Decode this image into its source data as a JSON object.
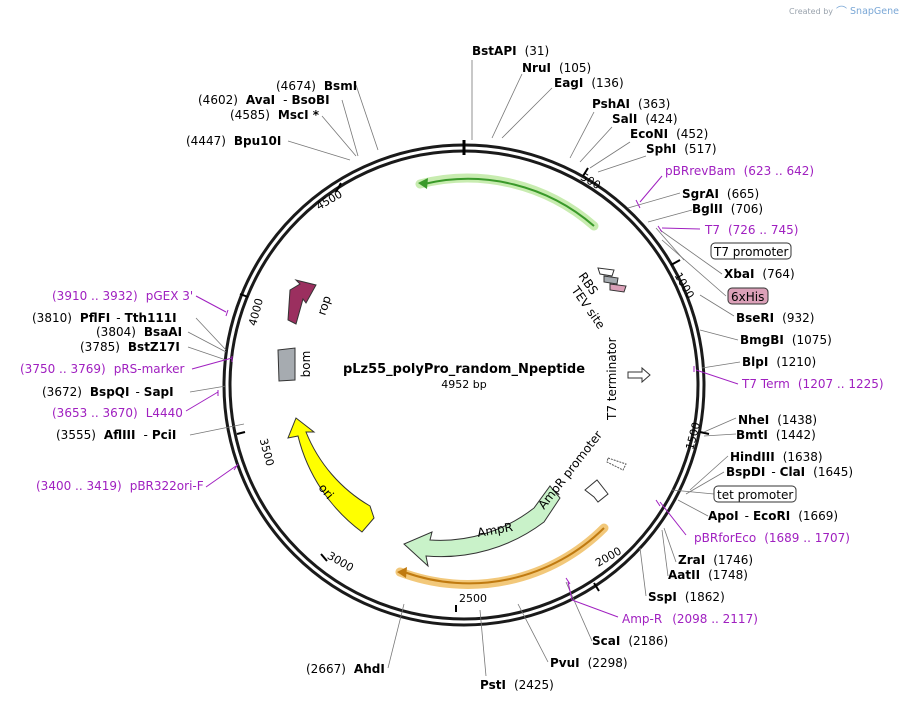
{
  "header": {
    "created_by": "Created by",
    "brand": "SnapGene"
  },
  "plasmid": {
    "name": "pLz55_polyPro_random_Npeptide",
    "length_label": "4952 bp"
  },
  "ticks": [
    "500",
    "1000",
    "1500",
    "2000",
    "2500",
    "3000",
    "3500",
    "4000",
    "4500"
  ],
  "sites": {
    "bstapi": {
      "name": "BstAPI",
      "pos": "(31)"
    },
    "nrui": {
      "name": "NruI",
      "pos": "(105)"
    },
    "eagi": {
      "name": "EagI",
      "pos": "(136)"
    },
    "pshai": {
      "name": "PshAI",
      "pos": "(363)"
    },
    "sali": {
      "name": "SalI",
      "pos": "(424)"
    },
    "econi": {
      "name": "EcoNI",
      "pos": "(452)"
    },
    "sphi": {
      "name": "SphI",
      "pos": "(517)"
    },
    "sgrai": {
      "name": "SgrAI",
      "pos": "(665)"
    },
    "bglii": {
      "name": "BglII",
      "pos": "(706)"
    },
    "xbai": {
      "name": "XbaI",
      "pos": "(764)"
    },
    "bseri": {
      "name": "BseRI",
      "pos": "(932)"
    },
    "bmgbi": {
      "name": "BmgBI",
      "pos": "(1075)"
    },
    "blpi": {
      "name": "BlpI",
      "pos": "(1210)"
    },
    "nhei": {
      "name": "NheI",
      "pos": "(1438)"
    },
    "bmti": {
      "name": "BmtI",
      "pos": "(1442)"
    },
    "hindiii": {
      "name": "HindIII",
      "pos": "(1638)"
    },
    "bspdi": {
      "name": "BspDI",
      "name2": "ClaI",
      "pos": "(1645)"
    },
    "apoi": {
      "name": "ApoI",
      "name2": "EcoRI",
      "pos": "(1669)"
    },
    "zrai": {
      "name": "ZraI",
      "pos": "(1746)"
    },
    "aatii": {
      "name": "AatII",
      "pos": "(1748)"
    },
    "sspi": {
      "name": "SspI",
      "pos": "(1862)"
    },
    "scai": {
      "name": "ScaI",
      "pos": "(2186)"
    },
    "pvui": {
      "name": "PvuI",
      "pos": "(2298)"
    },
    "psti": {
      "name": "PstI",
      "pos": "(2425)"
    },
    "ahdi": {
      "name": "AhdI",
      "pos": "(2667)"
    },
    "aflii": {
      "name": "AflIII",
      "name2": "PciI",
      "pos": "(3555)"
    },
    "bspqi": {
      "name": "BspQI",
      "name2": "SapI",
      "pos": "(3672)"
    },
    "bstz17i": {
      "name": "BstZ17I",
      "pos": "(3785)"
    },
    "bsaai": {
      "name": "BsaAI",
      "pos": "(3804)"
    },
    "pflfi": {
      "name": "PflFI",
      "name2": "Tth111I",
      "pos": "(3810)"
    },
    "bpu10i": {
      "name": "Bpu10I",
      "pos": "(4447)"
    },
    "msci": {
      "name": "MscI *",
      "pos": "(4585)"
    },
    "avai": {
      "name": "AvaI",
      "name2": "BsoBI",
      "pos": "(4602)"
    },
    "bsmi": {
      "name": "BsmI",
      "pos": "(4674)"
    }
  },
  "primers": {
    "pbrrevbam": {
      "name": "pBRrevBam",
      "range": "(623 .. 642)"
    },
    "t7": {
      "name": "T7",
      "range": "(726 .. 745)"
    },
    "t7term": {
      "name": "T7 Term",
      "range": "(1207 .. 1225)"
    },
    "pbrforeco": {
      "name": "pBRforEco",
      "range": "(1689 .. 1707)"
    },
    "ampr": {
      "name": "Amp-R",
      "range": "(2098 .. 2117)"
    },
    "pbr322ori": {
      "name": "pBR322ori-F",
      "range": "(3400 .. 3419)"
    },
    "l4440": {
      "name": "L4440",
      "range": "(3653 .. 3670)"
    },
    "prsmarker": {
      "name": "pRS-marker",
      "range": "(3750 .. 3769)"
    },
    "pgex3": {
      "name": "pGEX 3'",
      "range": "(3910 .. 3932)"
    }
  },
  "boxed_labels": {
    "t7_promoter": "T7 promoter",
    "his": "6xHis",
    "tet_promoter": "tet promoter"
  },
  "features": {
    "rbs": "RBS",
    "tev": "TEV site",
    "t7_terminator": "T7 terminator",
    "ampr_promoter": "AmpR promoter",
    "ampr": "AmpR",
    "ori": "ori",
    "bom": "bom",
    "rop": "rop"
  },
  "colors": {
    "ring": "#1a1a1a",
    "green_arrow": "#3a9a2a",
    "green_glow": "#c8ecb0",
    "orange_arrow": "#c07a10",
    "orange_glow": "#f2c87a",
    "ampr_fill": "#c9f2c9",
    "ori_fill": "#ffff00",
    "rop_fill": "#9b2f5f",
    "bom_fill": "#a6abb0",
    "primer": "#a020c0",
    "his_fill": "#dba0b8"
  }
}
